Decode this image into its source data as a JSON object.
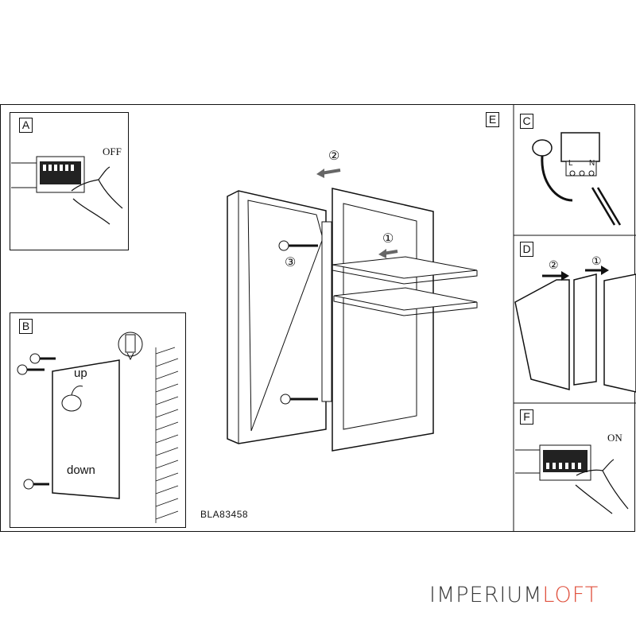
{
  "panels": {
    "a": {
      "label": "A",
      "switch_text": "OFF"
    },
    "b": {
      "label": "B",
      "upper_text": "up",
      "lower_text": "down"
    },
    "c": {
      "label": "C",
      "terminal_l": "L",
      "terminal_n": "N"
    },
    "d": {
      "label": "D",
      "step_2": "②",
      "step_1": "①"
    },
    "e": {
      "label": "E",
      "step_2": "②",
      "step_1": "①",
      "step_3": "③"
    },
    "f": {
      "label": "F",
      "switch_text": "ON"
    }
  },
  "model_code": "BLA83458",
  "watermark": {
    "part1": "IMPERIUM",
    "part2": "LOFT"
  },
  "colors": {
    "line": "#111111",
    "brand_dark": "#3a3a3a",
    "brand_accent": "#e0523f",
    "arrow_gray": "#666666"
  }
}
